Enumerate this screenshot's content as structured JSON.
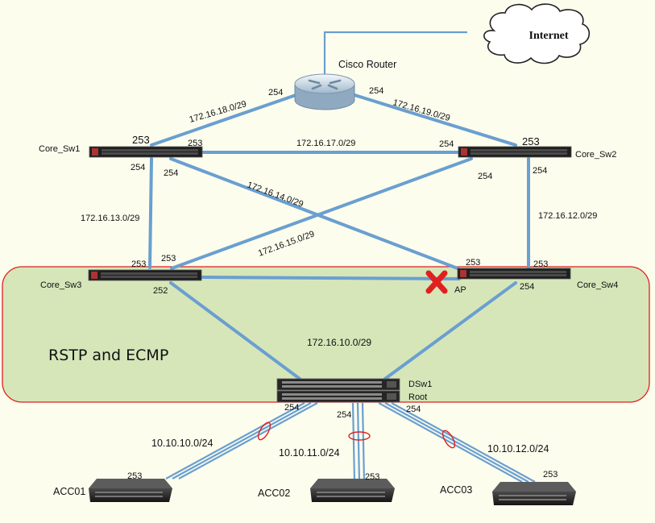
{
  "cloud": {
    "label": "Internet"
  },
  "router": {
    "label": "Cisco Router",
    "port_left": "254",
    "port_right": "254"
  },
  "zone": {
    "label": "RSTP and ECMP"
  },
  "switches": {
    "core1": {
      "name": "Core_Sw1",
      "port_top": "253",
      "port_right": "253",
      "port_bl": "254",
      "port_br": "254"
    },
    "core2": {
      "name": "Core_Sw2",
      "port_top": "253",
      "port_left": "254",
      "port_bl": "254",
      "port_br": "254"
    },
    "core3": {
      "name": "Core_Sw3",
      "port_top_l": "253",
      "port_top_r": "253",
      "port_bottom": "252"
    },
    "core4": {
      "name": "Core_Sw4",
      "port_top_l": "253",
      "port_top_r": "253",
      "port_bottom": "254",
      "ap_label": "AP"
    },
    "dsw1": {
      "name": "DSw1",
      "root_label": "Root",
      "port_l": "254",
      "port_m": "254",
      "port_r": "254"
    },
    "acc01": {
      "name": "ACC01",
      "port": "253"
    },
    "acc02": {
      "name": "ACC02",
      "port": "253"
    },
    "acc03": {
      "name": "ACC03",
      "port": "253"
    }
  },
  "subnets": {
    "s18": "172.16.18.0/29",
    "s19": "172.16.19.0/29",
    "s17": "172.16.17.0/29",
    "s14": "172.16.14.0/29",
    "s15": "172.16.15.0/29",
    "s13": "172.16.13.0/29",
    "s12": "172.16.12.0/29",
    "s10": "172.16.10.0/29",
    "a10": "10.10.10.0/24",
    "a11": "10.10.11.0/24",
    "a12": "10.10.12.0/24"
  },
  "colors": {
    "link": "#6a9fd0",
    "zone_fill": "#d6e6b9",
    "zone_border": "#e02020",
    "block": "#e02020",
    "background": "#fdfdee"
  }
}
